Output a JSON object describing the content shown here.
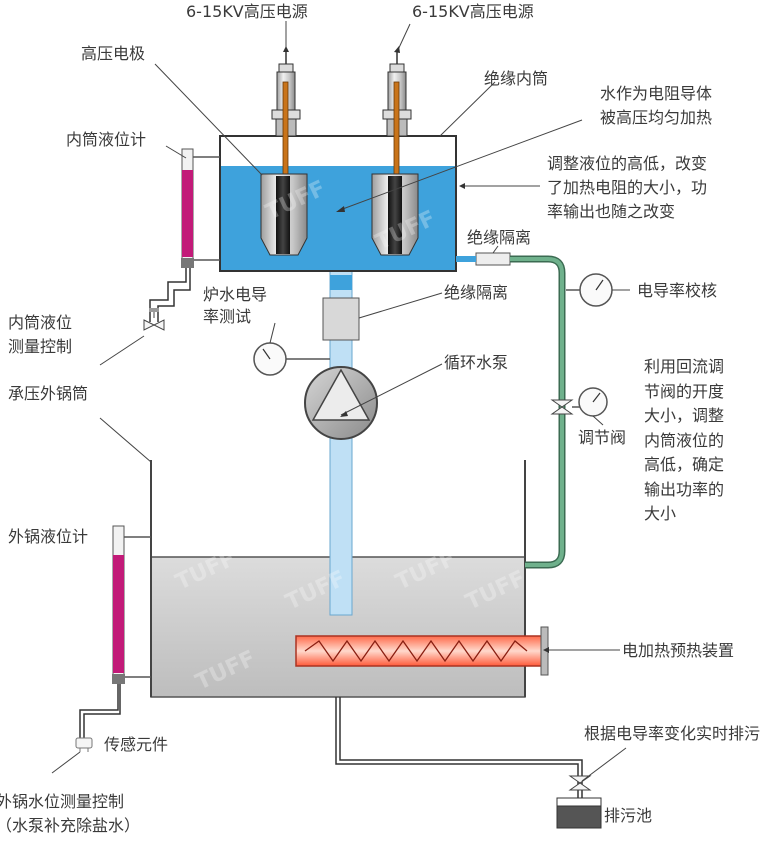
{
  "labels": {
    "hv_source_left": "6-15KV高压电源",
    "hv_source_right": "6-15KV高压电源",
    "hv_electrode": "高压电极",
    "insulated_inner_cylinder": "绝缘内筒",
    "water_resistor": "水作为电阻导体\n被高压均匀加热",
    "inner_level_gauge": "内筒液位计",
    "level_adjust_note": "调整液位的高低，改变\n了加热电阻的大小，功\n率输出也随之改变",
    "insulation_1": "绝缘隔离",
    "insulation_2": "绝缘隔离",
    "conductivity_calibration": "电导率校核",
    "furnace_water_test": "炉水电导\n率测试",
    "inner_level_control": "内筒液位\n测量控制",
    "circulation_pump": "循环水泵",
    "return_valve_note": "利用回流调\n节阀的开度\n大小，调整\n内筒液位的\n高低，确定\n输出功率的\n大小",
    "regulating_valve": "调节阀",
    "pressure_outer_shell": "承压外锅筒",
    "outer_level_gauge": "外锅液位计",
    "electric_preheater": "电加热预热装置",
    "sensor_element": "传感元件",
    "blowdown_note": "根据电导率变化实时排污",
    "outer_level_control": "外锅水位测量控制\n（水泵补充除盐水）",
    "blowdown_tank": "排污池"
  },
  "watermark": "TUFF",
  "colors": {
    "water": "#3ea2dc",
    "water_light": "#bfe0f5",
    "gauge_fill": "#c21a78",
    "outer_vessel": "#cbcbcb",
    "return_pipe": "#5a9a78",
    "heater": "#ff4a2e",
    "line": "#333333",
    "text": "#3a3a3a"
  }
}
